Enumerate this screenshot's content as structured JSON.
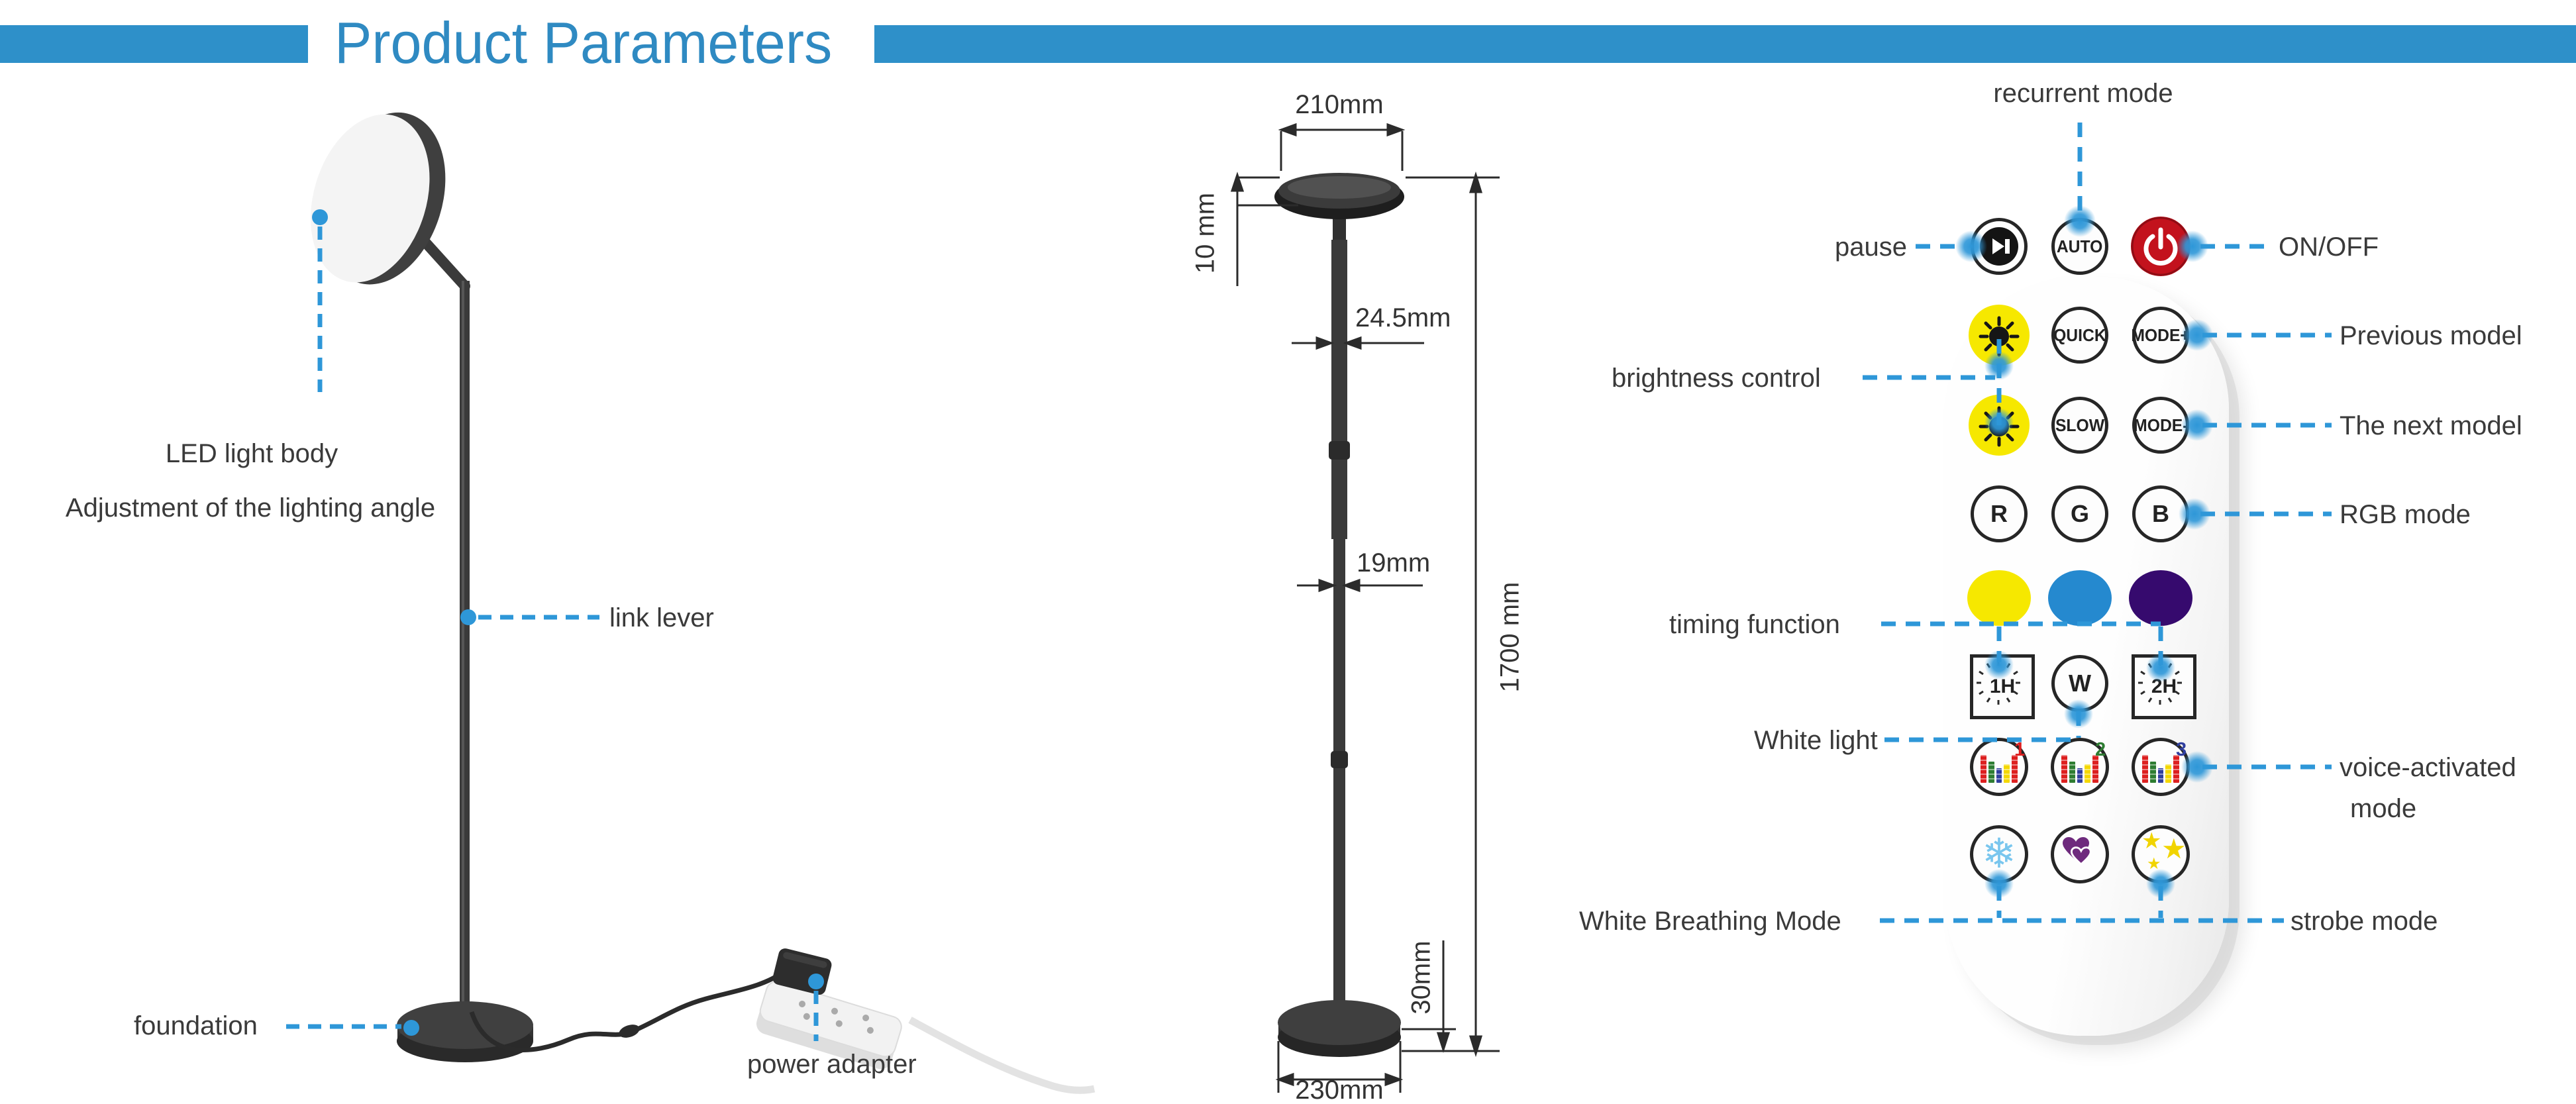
{
  "header": {
    "title": "Product Parameters"
  },
  "colors": {
    "bar_blue": "#2e90c9",
    "title_blue": "#2f8ac2",
    "accent_dash_blue": "#2e97d8",
    "power_red": "#c3121d",
    "button_yellow": "#f6e800",
    "button_blue": "#2589cf",
    "button_purple": "#360a6e",
    "label_gray": "#3a3a3a",
    "lamp_dark": "#3a3a3a"
  },
  "left_lamp": {
    "led_line1": "LED light body",
    "led_line2": "Adjustment of the lighting angle",
    "link_lever": "link lever",
    "foundation": "foundation",
    "power_adapter": "power adapter"
  },
  "dimensions": {
    "head_diameter": "210mm",
    "head_thickness": "10 mm",
    "upper_pole_width": "24.5mm",
    "lower_pole_width": "19mm",
    "total_height": "1700 mm",
    "base_thickness": "30mm",
    "base_diameter": "230mm"
  },
  "remote": {
    "labels": {
      "recurrent": "recurrent mode",
      "pause": "pause",
      "on_off": "ON/OFF",
      "previous": "Previous model",
      "next": "The next model",
      "rgb": "RGB mode",
      "brightness": "brightness control",
      "timing": "timing function",
      "white_light": "White light",
      "voice_line1": "voice-activated",
      "voice_line2": "mode",
      "breathing": "White Breathing Mode",
      "strobe": "strobe mode"
    },
    "buttons": {
      "auto": "AUTO",
      "quick": "QUICK",
      "slow": "SLOW",
      "mode_plus": "MODE+",
      "mode_minus": "MODE-",
      "r": "R",
      "g": "G",
      "b": "B",
      "w": "W",
      "timer_1h": "1H",
      "timer_2h": "2H",
      "music_1": "1",
      "music_2": "2",
      "music_3": "3"
    },
    "glyphs": {
      "snowflake": "❄",
      "star": "★"
    }
  }
}
